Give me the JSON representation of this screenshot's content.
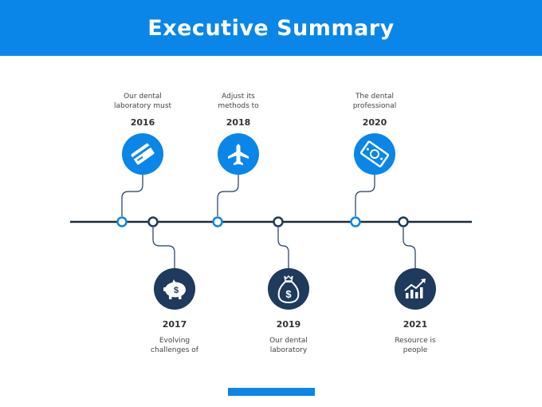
{
  "header": {
    "title": "Executive Summary"
  },
  "colors": {
    "accent": "#0a86e8",
    "dark": "#1e3a5c",
    "line": "#1e2a38"
  },
  "events": [
    {
      "year": "2016",
      "text": "Our dental\nlaboratory must",
      "icon": "credit-card-icon"
    },
    {
      "year": "2017",
      "text": "Evolving\nchallenges of",
      "icon": "piggy-bank-icon"
    },
    {
      "year": "2018",
      "text": "Adjust its\nmethods to",
      "icon": "airplane-icon"
    },
    {
      "year": "2019",
      "text": "Our dental\nlaboratory",
      "icon": "money-bag-icon"
    },
    {
      "year": "2020",
      "text": "The dental\nprofessional",
      "icon": "banknote-icon"
    },
    {
      "year": "2021",
      "text": "Resource is\npeople",
      "icon": "growth-chart-icon"
    }
  ]
}
